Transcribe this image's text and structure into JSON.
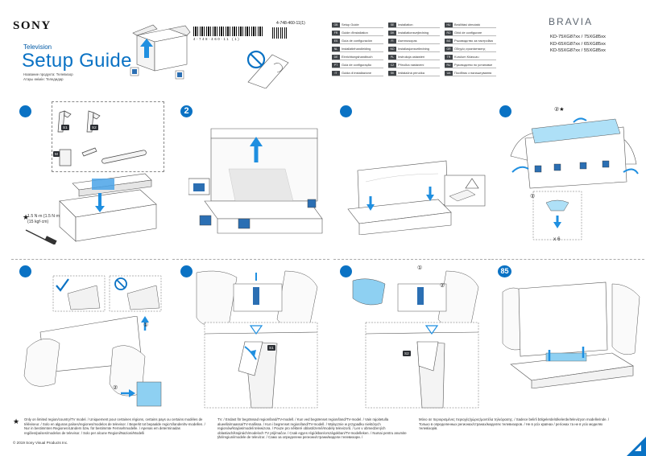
{
  "header": {
    "brand": "SONY",
    "product_type": "Television",
    "title": "Setup Guide",
    "subtitle_lines": [
      "Название продукта: Телевизор",
      "Атауы өнімін: Теледидар"
    ],
    "part_number": "4-748-460-11(1)",
    "barcode_digits": "4-748-460-11 (1)",
    "tv_brand": "BRAVIA",
    "models": [
      "KD-75XG87xx / 75XG85xx",
      "KD-65XG87xx / 65XG85xx",
      "KD-55XG87xx / 55XG85xx"
    ]
  },
  "languages": [
    {
      "code": "GB",
      "label": "Setup Guide"
    },
    {
      "code": "FR",
      "label": "Guide d'installation"
    },
    {
      "code": "ES",
      "label": "Guía de configuración"
    },
    {
      "code": "NL",
      "label": "Installatiehandleiding"
    },
    {
      "code": "DE",
      "label": "Einrichtungshandbuch"
    },
    {
      "code": "PT",
      "label": "Guia de configuração"
    },
    {
      "code": "IT",
      "label": "Guida di installazione"
    },
    {
      "code": "SE",
      "label": "Installation"
    },
    {
      "code": "DK",
      "label": "Installationsvejledning"
    },
    {
      "code": "FI",
      "label": "Asennusopas"
    },
    {
      "code": "NO",
      "label": "Installasjonsveiledning"
    },
    {
      "code": "PL",
      "label": "Instrukcja ustawień"
    },
    {
      "code": "CZ",
      "label": "Příručka nastavení"
    },
    {
      "code": "SK",
      "label": "Inštalačná príručka"
    },
    {
      "code": "HU",
      "label": "Beállítási útmutató"
    },
    {
      "code": "RO",
      "label": "Ghid de configurare"
    },
    {
      "code": "BG",
      "label": "Ръководство за настройка"
    },
    {
      "code": "GR",
      "label": "Οδηγός εγκατάστασης"
    },
    {
      "code": "TR",
      "label": "Kurulum Kılavuzu"
    },
    {
      "code": "RU",
      "label": "Руководство по установке"
    },
    {
      "code": "UA",
      "label": "Посібник з налаштування"
    }
  ],
  "steps": {
    "step2": "2",
    "step_last": "85"
  },
  "labels": {
    "stand_s1": "S1",
    "stand_s2": "S2",
    "part_m": "M",
    "screwdriver": [
      "1.5 N·m {1.5 N·m",
      "(15 kgf·cm)"
    ],
    "x6": "x 6",
    "arrow_1": "①",
    "arrow_2": "②",
    "star": "★",
    "tag_s1": "S1",
    "tag_s2": "S2"
  },
  "footer": {
    "note_col1": "Only on limited region/country/TV model. / Uniquement pour certaines régions, certains pays ou certains modèles de téléviseur. / Solo en algunas países/regiones/modelos de televisor. / Beperkt tot bepaalde regio's/landen/tv-modellen. / Nur in bestimmten Regionen/Ländern bzw. für bestimmte Fernsehmodelle. / Apenas em determinadas regiões/países/modelos de televisor. / Solo per alcune Regioni/Nazioni/Modelli",
    "note_col2": "TV. / Endast för begränsad region/land/TV-modell. / Kun ved begrænset region/land/TV-model. / Vain rajoitetulla alueella/maassa/TV-mallissa. / Kun i begrenset region/land/TV-modell. / Wyłącznie w przypadku niektórych regionów/krajów/modeli telewizora. / Pouze pro některé oblasti/země/modely televizorů. / Len v obmedzených oblastiach/krajinách/modeloch TV prijímačov. / Csak egyes régiókban/országokban/TV-modelleken. / Numai pentru anumite țări/regiuni/modele de televizor. / Само за определени региони/страни/модели телевизори. /",
    "note_col3": "Μόνο σε περιορισμένες περιοχές/χώρες/μοντέλα τηλεόρασης. / Sadece belirli bölgelerde/ülkelerde/televizyon modellerinde. / Только в определенных регионах/странах/моделях телевизоров. / Не в усіх країнах / регіонах та не в усіх моделях телевізорів.",
    "copyright": "© 2019 Sony Visual Products Inc."
  },
  "colors": {
    "accent": "#0a72c4",
    "arrow": "#1f8fe0",
    "dark_tag": "#3f4347"
  }
}
